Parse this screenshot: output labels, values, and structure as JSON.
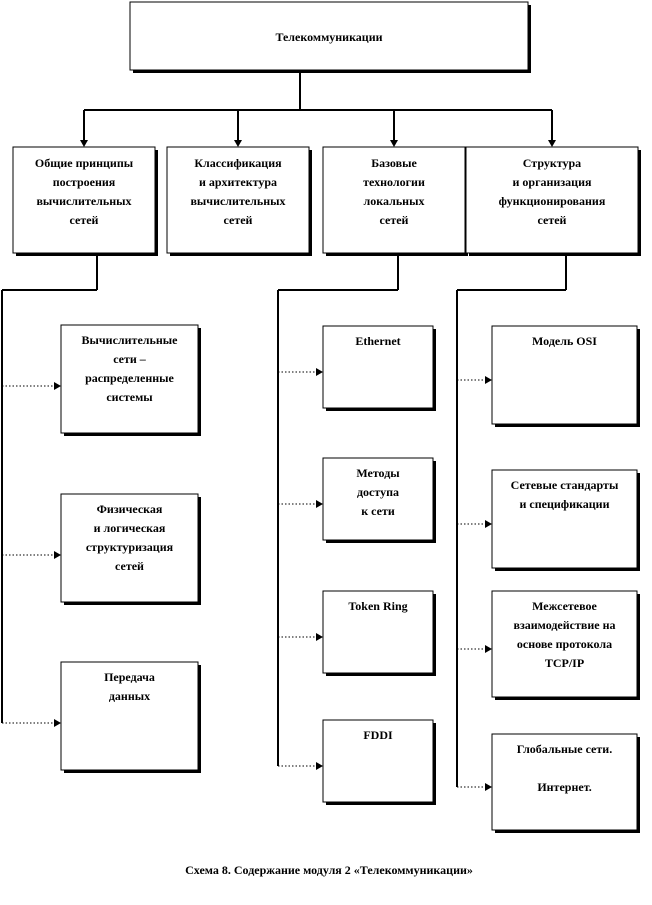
{
  "root": {
    "lines": [
      "Телекоммуникации"
    ]
  },
  "columns": [
    {
      "header": {
        "lines": [
          "Общие принципы",
          "построения",
          "вычислительных",
          "сетей"
        ]
      },
      "children": [
        {
          "lines": [
            "Вычислительные",
            "сети –",
            "распределенные",
            "системы"
          ]
        },
        {
          "lines": [
            "Физическая",
            "и логическая",
            "структуризация",
            "сетей"
          ]
        },
        {
          "lines": [
            "Передача",
            "данных"
          ]
        }
      ]
    },
    {
      "header": {
        "lines": [
          "Классификация",
          "и архитектура",
          "вычислительных",
          "сетей"
        ]
      },
      "children": []
    },
    {
      "header": {
        "lines": [
          "Базовые",
          "технологии",
          "локальных",
          "сетей"
        ]
      },
      "children": [
        {
          "lines": [
            "Ethernet"
          ]
        },
        {
          "lines": [
            "Методы",
            "доступа",
            "к сети"
          ]
        },
        {
          "lines": [
            "Token  Ring"
          ]
        },
        {
          "lines": [
            "FDDI"
          ]
        }
      ]
    },
    {
      "header": {
        "lines": [
          "Структура",
          "и организация",
          "функционирования",
          "сетей"
        ]
      },
      "children": [
        {
          "lines": [
            "Модель OSI"
          ]
        },
        {
          "lines": [
            "Сетевые стандарты",
            "и спецификации"
          ]
        },
        {
          "lines": [
            "Межсетевое",
            "взаимодействие на",
            "основе протокола",
            "TCP/IP"
          ]
        },
        {
          "lines": [
            "Глобальные сети.",
            "",
            "Интернет."
          ]
        }
      ]
    }
  ],
  "caption": "Схема 8. Содержание модуля  2   «Телекоммуникации»"
}
